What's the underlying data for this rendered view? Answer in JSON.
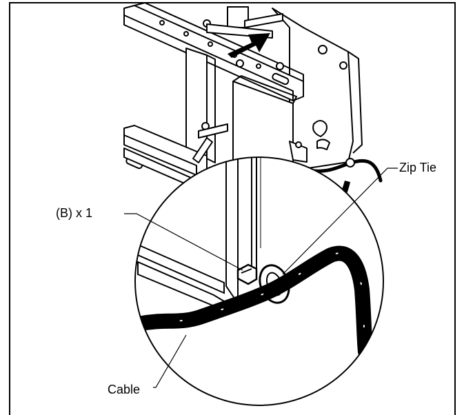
{
  "labels": {
    "zip_tie": "Zip Tie",
    "part_b": "(B) x 1",
    "cable": "Cable"
  }
}
